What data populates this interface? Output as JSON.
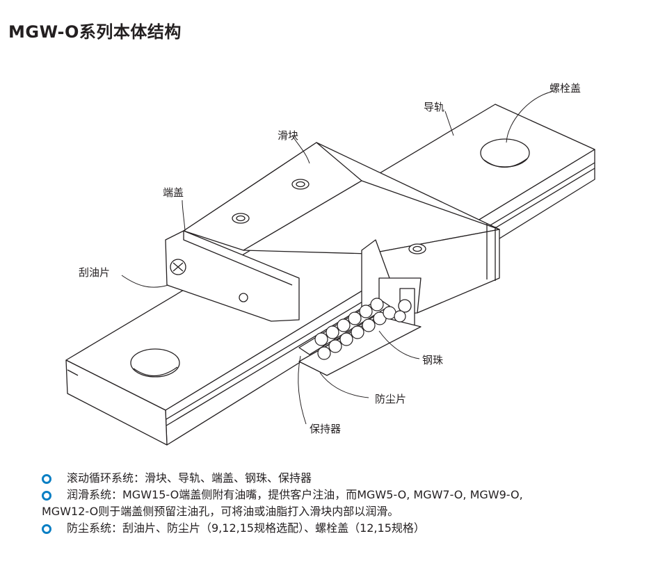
{
  "title": "MGW-O系列本体结构",
  "labels": {
    "bolt_cap": "螺栓盖",
    "rail": "导轨",
    "block": "滑块",
    "end_cap": "端盖",
    "scraper": "刮油片",
    "steel_ball": "钢珠",
    "dust_plate": "防尘片",
    "retainer": "保持器"
  },
  "bullets": [
    {
      "text": "滚动循环系统：滑块、导轨、端盖、钢珠、保持器"
    },
    {
      "text": "润滑系统：MGW15-O端盖侧附有油嘴，提供客户注油，而MGW5-O, MGW7-O, MGW9-O,",
      "text2": "MGW12-O则于端盖侧预留注油孔，可将油或油脂打入滑块内部以润滑。"
    },
    {
      "text": "防尘系统：刮油片、防尘片（9,12,15规格选配）、螺栓盖（12,15规格）"
    }
  ],
  "colors": {
    "bullet": "#0a7fc4",
    "line": "#231f20"
  }
}
